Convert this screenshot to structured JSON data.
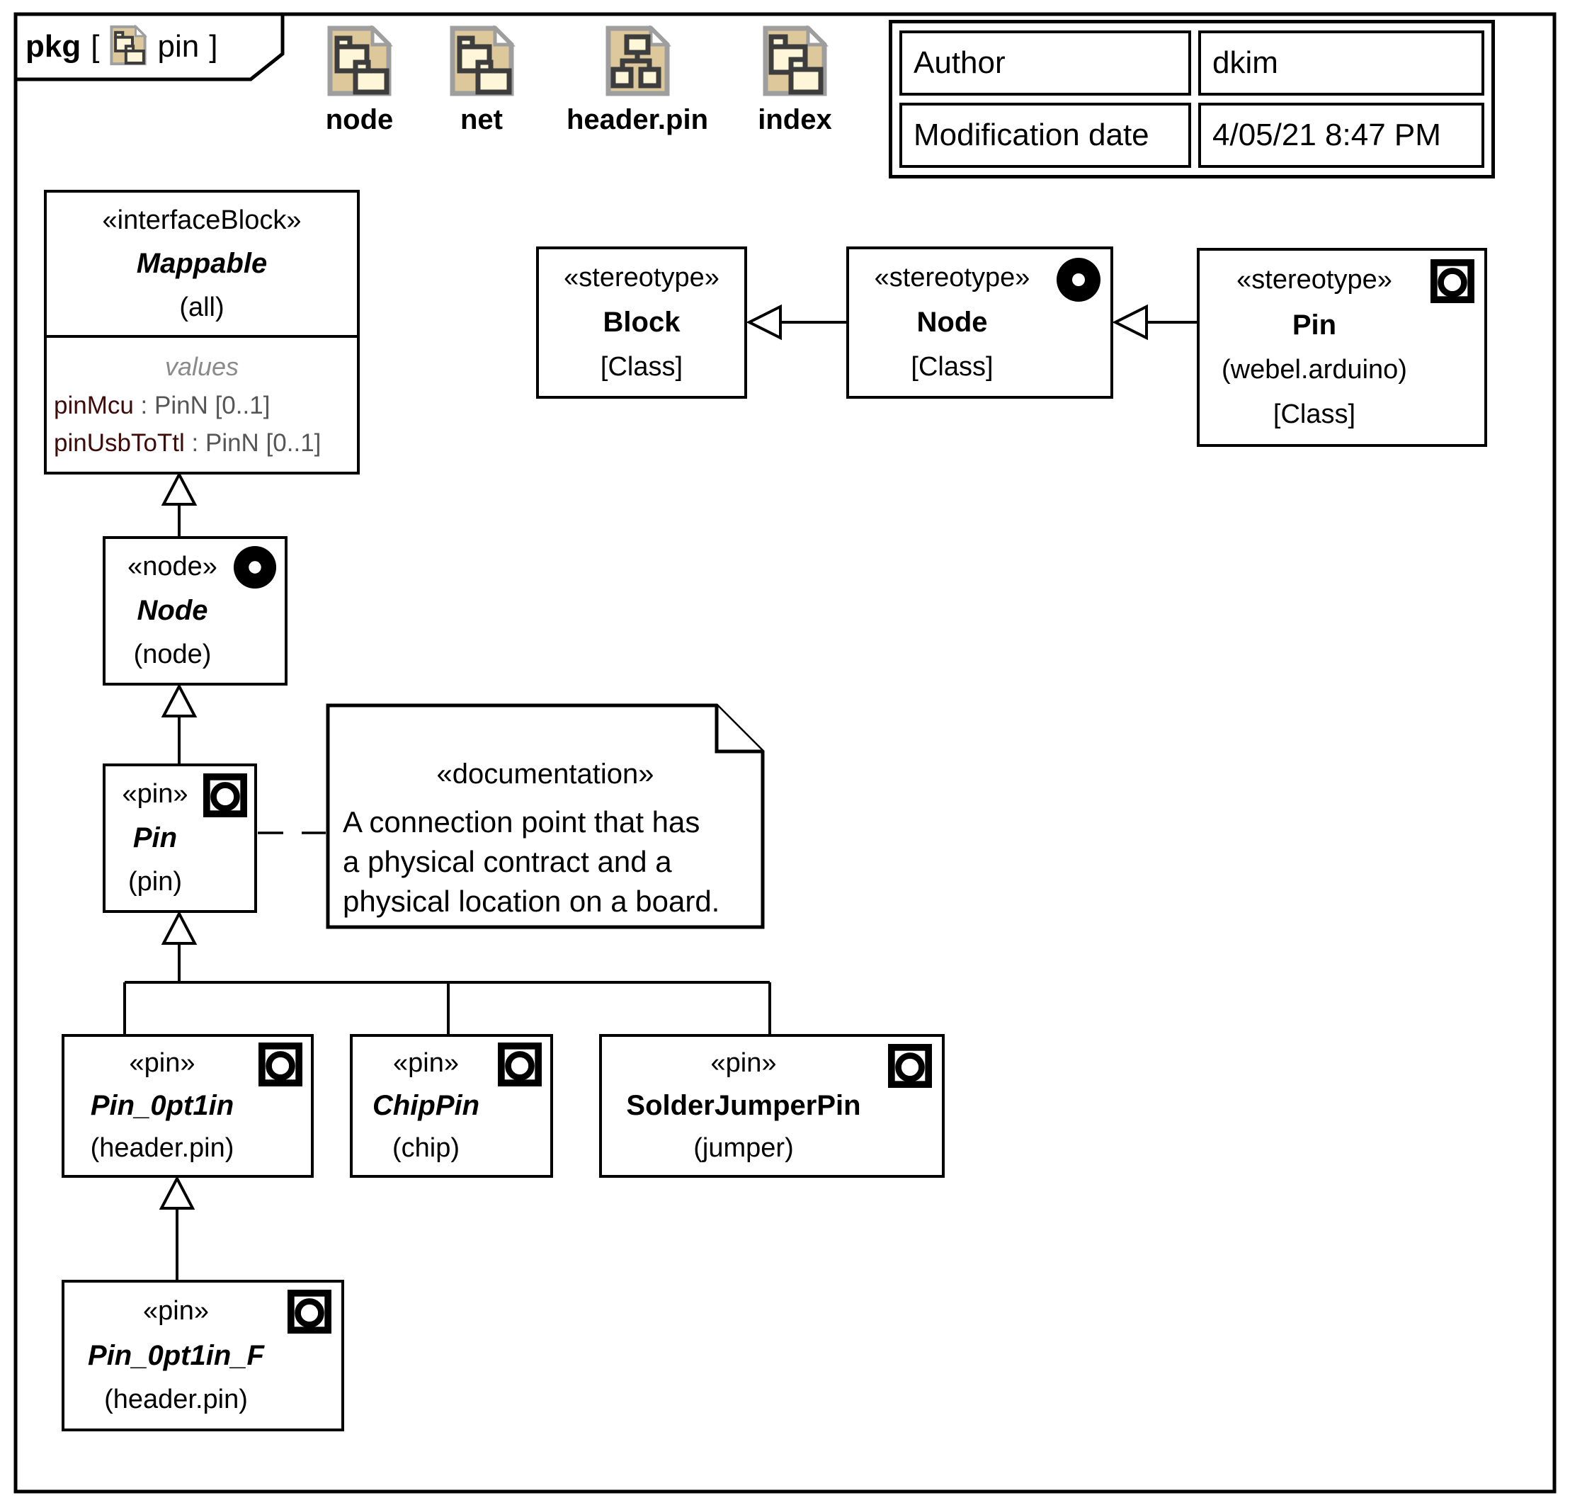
{
  "frame": {
    "keyword": "pkg",
    "open_bracket": "[",
    "name": "pin",
    "close_bracket": "]"
  },
  "palette": {
    "items": [
      {
        "label": "node",
        "icon": "package-document-icon"
      },
      {
        "label": "net",
        "icon": "package-document-icon"
      },
      {
        "label": "header.pin",
        "icon": "content-tree-document-icon"
      },
      {
        "label": "index",
        "icon": "package-document-icon"
      }
    ]
  },
  "info_table": {
    "rows": [
      {
        "label": "Author",
        "value": "dkim"
      },
      {
        "label": "Modification date",
        "value": "4/05/21 8:47 PM"
      }
    ]
  },
  "stereotype_boxes": {
    "block": {
      "stereotype": "«stereotype»",
      "name": "Block",
      "meta": "[Class]"
    },
    "node": {
      "stereotype": "«stereotype»",
      "name": "Node",
      "meta": "[Class]",
      "icon": "node-donut-icon"
    },
    "pin": {
      "stereotype": "«stereotype»",
      "name": "Pin",
      "package": "(webel.arduino)",
      "meta": "[Class]",
      "icon": "pin-circle-square-icon"
    }
  },
  "classes": {
    "mappable": {
      "stereotype": "«interfaceBlock»",
      "name": "Mappable",
      "qualifier": "(all)",
      "compartment_label": "values",
      "slots": [
        {
          "name": "pinMcu",
          "type": " : PinN [0..1]"
        },
        {
          "name": "pinUsbToTtl",
          "type": " : PinN [0..1]"
        }
      ]
    },
    "node": {
      "stereotype": "«node»",
      "name": "Node",
      "qualifier": "(node)",
      "icon": "node-donut-icon"
    },
    "pin": {
      "stereotype": "«pin»",
      "name": "Pin",
      "qualifier": "(pin)",
      "icon": "pin-circle-square-icon"
    },
    "pin_0pt1in": {
      "stereotype": "«pin»",
      "name": "Pin_0pt1in",
      "qualifier": "(header.pin)",
      "icon": "pin-circle-square-icon"
    },
    "chip_pin": {
      "stereotype": "«pin»",
      "name": "ChipPin",
      "qualifier": "(chip)",
      "icon": "pin-circle-square-icon"
    },
    "solder_jumper_pin": {
      "stereotype": "«pin»",
      "name": "SolderJumperPin",
      "qualifier": "(jumper)",
      "icon": "pin-circle-square-icon"
    },
    "pin_0pt1in_f": {
      "stereotype": "«pin»",
      "name": "Pin_0pt1in_F",
      "qualifier": "(header.pin)",
      "icon": "pin-circle-square-icon"
    }
  },
  "note": {
    "stereotype": "«documentation»",
    "lines": [
      "A connection point that has",
      "a physical contract and a",
      "physical location on a board."
    ]
  },
  "colors": {
    "icon_tan": "#dcc89a",
    "icon_border": "#9e9e9e",
    "glyph_stroke": "#3d3d3d",
    "glyph_fill": "#fdf6d8",
    "slot_name": "#3f0b08",
    "slot_type": "#565656",
    "values_label": "#8a8a8a"
  }
}
